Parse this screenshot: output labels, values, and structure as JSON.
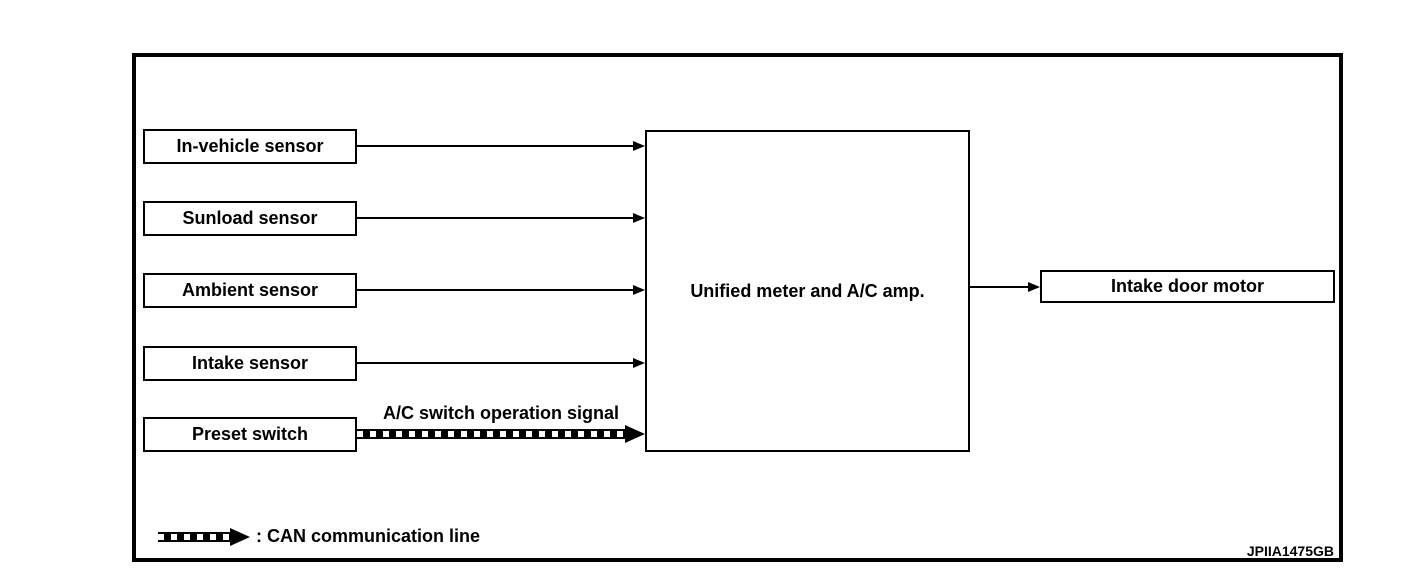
{
  "diagram": {
    "inputs": [
      {
        "label": "In-vehicle sensor"
      },
      {
        "label": "Sunload sensor"
      },
      {
        "label": "Ambient sensor"
      },
      {
        "label": "Intake sensor"
      },
      {
        "label": "Preset switch"
      }
    ],
    "controller": {
      "label": "Unified meter and A/C amp."
    },
    "output": {
      "label": "Intake door motor"
    },
    "can_signal_label": "A/C switch operation signal",
    "legend_text": ": CAN communication line",
    "figure_code": "JPIIA1475GB",
    "colors": {
      "line": "#000000",
      "background": "#ffffff"
    }
  }
}
